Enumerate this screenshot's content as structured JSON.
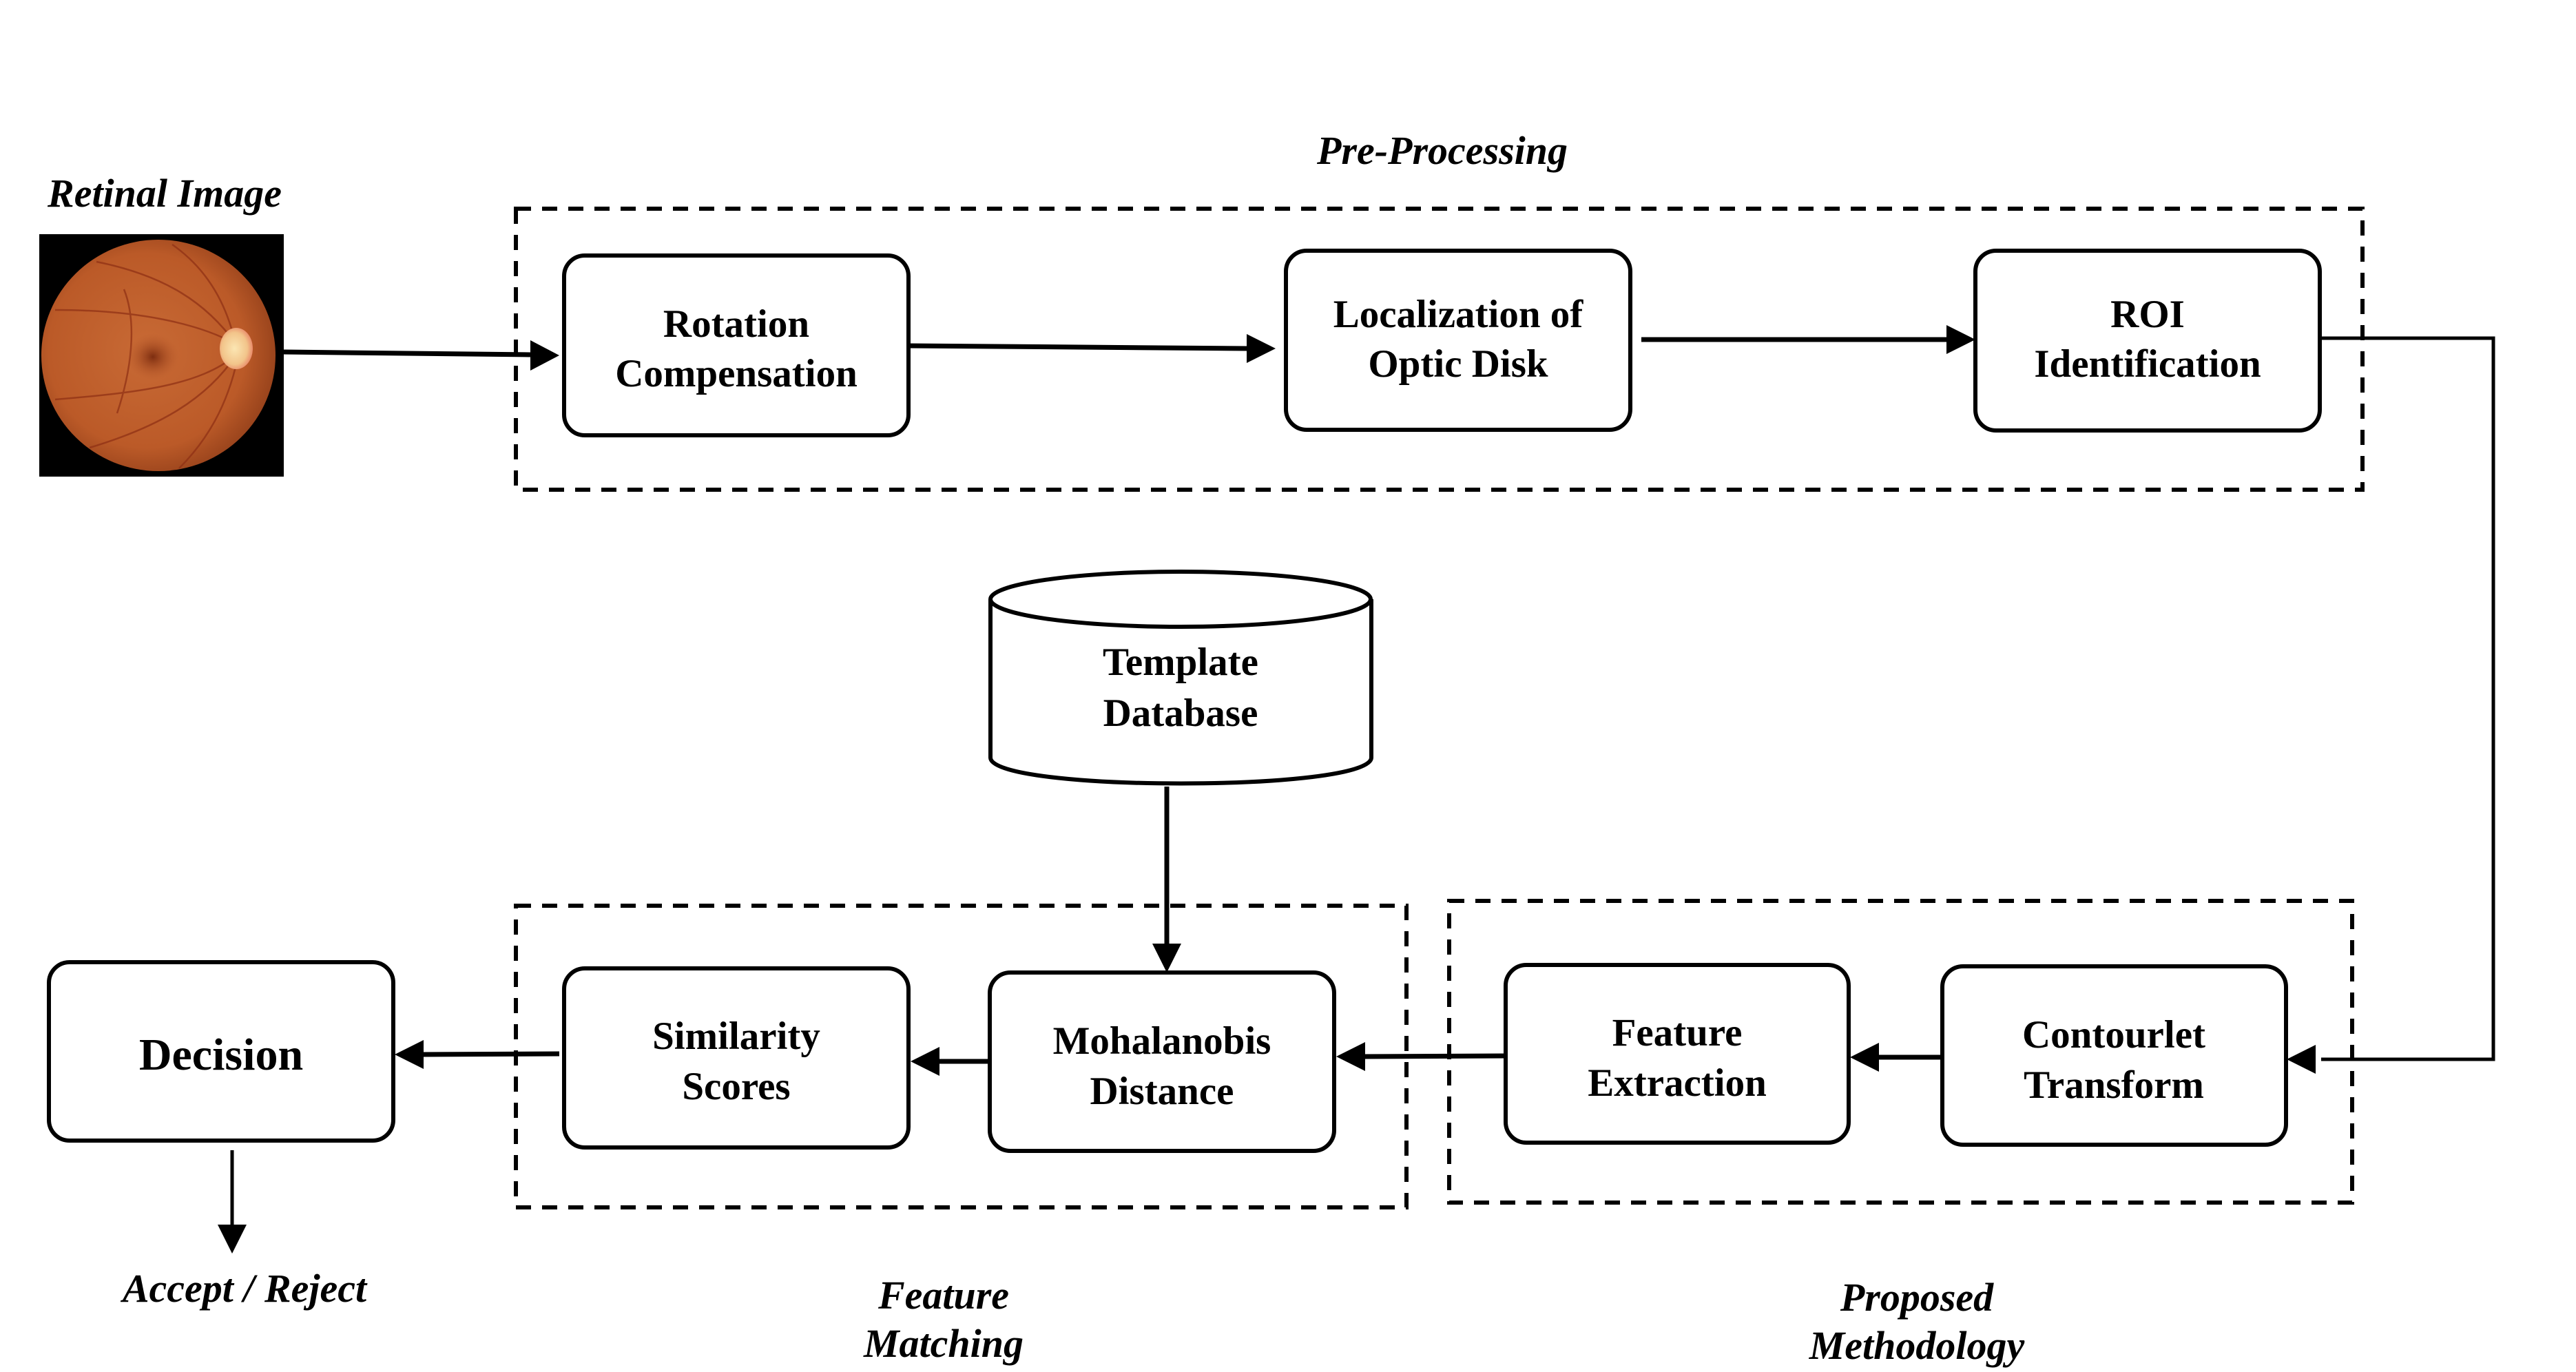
{
  "diagram": {
    "type": "flowchart",
    "input": {
      "label": "Retinal Image",
      "image_description": "color fundus photograph of a retina",
      "colors": {
        "background": "#000000",
        "retina": "#c0622e",
        "optic_disk": "#f4d39a",
        "fovea": "#8a3517"
      }
    },
    "groups": {
      "preprocessing": {
        "label": "Pre-Processing"
      },
      "feature_matching": {
        "label_line1": "Feature",
        "label_line2": "Matching"
      },
      "proposed": {
        "label_line1": "Proposed",
        "label_line2": "Methodology"
      }
    },
    "nodes": {
      "rotation": {
        "line1": "Rotation",
        "line2": "Compensation"
      },
      "localization": {
        "line1": "Localization of",
        "line2": "Optic Disk"
      },
      "roi": {
        "line1": "ROI",
        "line2": "Identification"
      },
      "database": {
        "line1": "Template",
        "line2": "Database"
      },
      "contourlet": {
        "line1": "Contourlet",
        "line2": "Transform"
      },
      "feature_extraction": {
        "line1": "Feature",
        "line2": "Extraction"
      },
      "mahalanobis": {
        "line1": "Mohalanobis",
        "line2": "Distance"
      },
      "similarity": {
        "line1": "Similarity",
        "line2": "Scores"
      },
      "decision": {
        "line1": "Decision"
      }
    },
    "output": {
      "label": "Accept / Reject"
    },
    "edges": [
      {
        "from": "Retinal Image",
        "to": "Rotation Compensation"
      },
      {
        "from": "Rotation Compensation",
        "to": "Localization of Optic Disk"
      },
      {
        "from": "Localization of Optic Disk",
        "to": "ROI Identification"
      },
      {
        "from": "ROI Identification",
        "to": "Contourlet Transform"
      },
      {
        "from": "Contourlet Transform",
        "to": "Feature Extraction"
      },
      {
        "from": "Feature Extraction",
        "to": "Mohalanobis Distance"
      },
      {
        "from": "Template Database",
        "to": "Mohalanobis Distance"
      },
      {
        "from": "Mohalanobis Distance",
        "to": "Similarity Scores"
      },
      {
        "from": "Similarity Scores",
        "to": "Decision"
      },
      {
        "from": "Decision",
        "to": "Accept / Reject"
      }
    ]
  }
}
